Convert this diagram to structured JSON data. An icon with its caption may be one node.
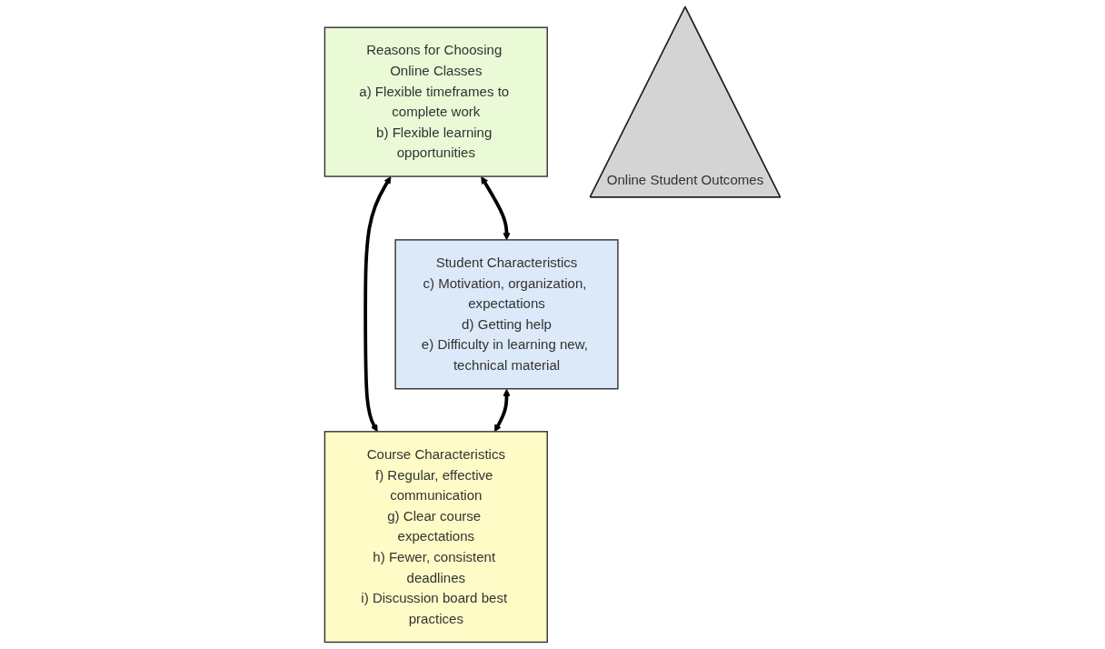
{
  "diagram": {
    "nodes": [
      {
        "text": [
          "Reasons for Choosing Online Classes",
          "a) Flexible timeframes to complete work",
          "b) Flexible learning opportunities"
        ]
      },
      {
        "text": [
          "Online Student Outcomes"
        ]
      },
      {
        "text": [
          "Student Characteristics",
          "c) Motivation, organization, expectations",
          "d) Getting help",
          "e) Difficulty in learning new, technical material"
        ]
      },
      {
        "text": [
          "Course Characteristics",
          "f) Regular, effective communication",
          "g) Clear course expectations",
          "h) Fewer, consistent deadlines",
          "i) Discussion board best practices"
        ]
      }
    ],
    "edges": [
      {
        "from": 0,
        "to": 2,
        "arrow": "both"
      },
      {
        "from": 0,
        "to": 3,
        "arrow": "both"
      },
      {
        "from": 2,
        "to": 3,
        "arrow": "both"
      }
    ]
  }
}
